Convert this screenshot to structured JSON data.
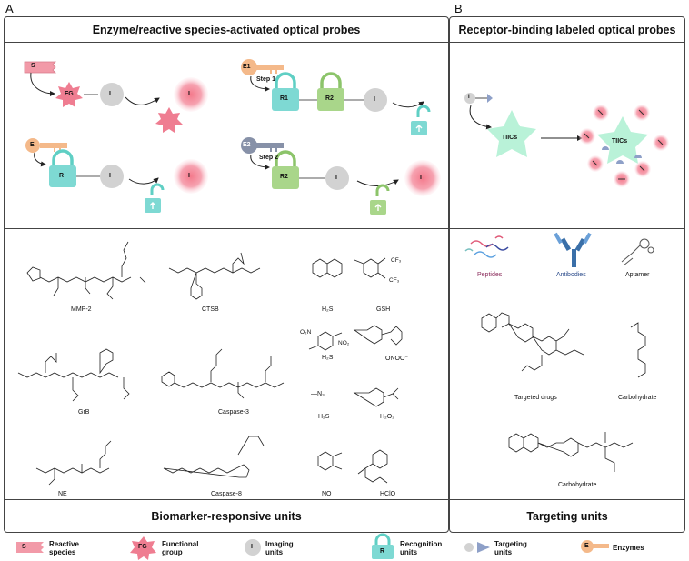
{
  "panels": {
    "a": {
      "letter": "A",
      "top_title": "Enzyme/reactive species-activated optical probes",
      "bottom_title": "Biomarker-responsive units"
    },
    "b": {
      "letter": "B",
      "top_title": "Receptor-binding labeled optical probes",
      "bottom_title": "Targeting units"
    }
  },
  "schemes": {
    "s_label": "S",
    "fg_label": "FG",
    "i_label": "I",
    "e_label": "E",
    "r_label": "R",
    "e1_label": "E1",
    "e2_label": "E2",
    "r1_label": "R1",
    "r2_label": "R2",
    "step1": "Step 1",
    "step2": "Step 2",
    "tlics_label": "TIICs"
  },
  "peptides": {
    "mmp2": "MMP-2",
    "ctsb": "CTSB",
    "grb": "GrB",
    "caspase3": "Caspase-3",
    "ne": "NE",
    "caspase8": "Caspase-8"
  },
  "small_molecules": {
    "h2s_a": "H₂S",
    "gsh": "GSH",
    "h2s_b": "H₂S",
    "onoo": "ONOO⁻",
    "h2s_c": "H₂S",
    "h2o2": "H₂O₂",
    "no": "NO",
    "hclo": "HClO",
    "n3": "—N₃",
    "cf3_a": "CF₃",
    "cf3_b": "CF₃",
    "no2_a": "O₂N",
    "no2_b": "NO₂"
  },
  "targeting": {
    "peptides": "Peptides",
    "antibodies": "Antibodies",
    "aptamer": "Aptamer",
    "targeted_drugs": "Targeted drugs",
    "carbohydrate_a": "Carbohydrate",
    "carbohydrate_b": "Carbohydrate"
  },
  "legend": [
    {
      "key": "s",
      "glyph": "S",
      "text": "Reactive species"
    },
    {
      "key": "fg",
      "glyph": "FG",
      "text": "Functional group"
    },
    {
      "key": "i",
      "glyph": "I",
      "text": "Imaging units"
    },
    {
      "key": "r",
      "glyph": "R",
      "text": "Recognition units"
    },
    {
      "key": "t",
      "glyph": "",
      "text": "Targeting units"
    },
    {
      "key": "e",
      "glyph": "E",
      "text": "Enzymes"
    }
  ],
  "colors": {
    "pink": "#f29aa8",
    "teal": "#7ed9d3",
    "green": "#a9d68a",
    "grey": "#cfcfcf",
    "orange": "#f4b98a",
    "slate": "#8791a8",
    "mint": "#b9f2d8"
  }
}
